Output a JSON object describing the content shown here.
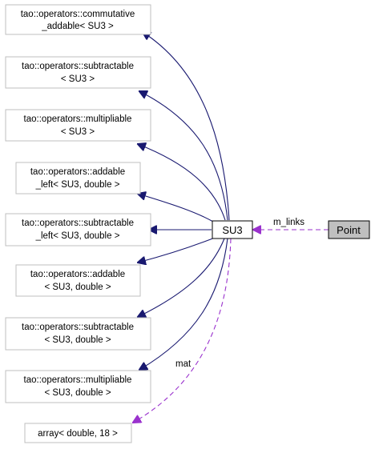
{
  "nodes": {
    "commutative_addable": [
      "tao::operators::commutative",
      "_addable< SU3 >"
    ],
    "subtractable": [
      "tao::operators::subtractable",
      "< SU3 >"
    ],
    "multipliable": [
      "tao::operators::multipliable",
      "< SU3 >"
    ],
    "addable_left": [
      "tao::operators::addable",
      "_left< SU3, double >"
    ],
    "subtractable_left": [
      "tao::operators::subtractable",
      "_left< SU3, double >"
    ],
    "addable_double": [
      "tao::operators::addable",
      "< SU3, double >"
    ],
    "subtractable_double": [
      "tao::operators::subtractable",
      "< SU3, double >"
    ],
    "multipliable_double": [
      "tao::operators::multipliable",
      "< SU3, double >"
    ],
    "array": "array< double, 18 >",
    "su3": "SU3",
    "point": "Point"
  },
  "edge_labels": {
    "m_links": "m_links",
    "mat": "mat"
  },
  "colors": {
    "inheritance_edge": "#191970",
    "member_edge": "#9a32cd",
    "highlighted_node_fill": "#bfbfbf",
    "node_border": "#bfbfbf"
  }
}
